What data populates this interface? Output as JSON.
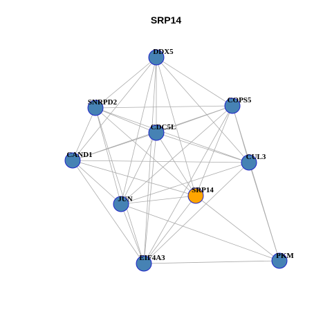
{
  "graph": {
    "title": "SRP14",
    "colors": {
      "node_default": "#4682B4",
      "node_highlight": "#FFA500",
      "node_border": "#1E22C8",
      "edge": "#AAAAAA"
    },
    "nodes": [
      {
        "id": "DDX5",
        "label": "DDX5",
        "highlight": false
      },
      {
        "id": "SNRPD2",
        "label": "SNRPD2",
        "highlight": false
      },
      {
        "id": "COPS5",
        "label": "COPS5",
        "highlight": false
      },
      {
        "id": "CDC5L",
        "label": "CDC5L",
        "highlight": false
      },
      {
        "id": "CAND1",
        "label": "CAND1",
        "highlight": false
      },
      {
        "id": "CUL3",
        "label": "CUL3",
        "highlight": false
      },
      {
        "id": "SRP14",
        "label": "SRP14",
        "highlight": true
      },
      {
        "id": "JUN",
        "label": "JUN",
        "highlight": false
      },
      {
        "id": "EIF4A3",
        "label": "EIF4A3",
        "highlight": false
      },
      {
        "id": "PKM",
        "label": "PKM",
        "highlight": false
      }
    ],
    "edges": [
      [
        "DDX5",
        "SNRPD2"
      ],
      [
        "DDX5",
        "COPS5"
      ],
      [
        "DDX5",
        "CDC5L"
      ],
      [
        "DDX5",
        "CAND1"
      ],
      [
        "DDX5",
        "CUL3"
      ],
      [
        "DDX5",
        "SRP14"
      ],
      [
        "DDX5",
        "JUN"
      ],
      [
        "DDX5",
        "EIF4A3"
      ],
      [
        "SNRPD2",
        "COPS5"
      ],
      [
        "SNRPD2",
        "CDC5L"
      ],
      [
        "SNRPD2",
        "CAND1"
      ],
      [
        "SNRPD2",
        "CUL3"
      ],
      [
        "SNRPD2",
        "SRP14"
      ],
      [
        "SNRPD2",
        "JUN"
      ],
      [
        "SNRPD2",
        "EIF4A3"
      ],
      [
        "COPS5",
        "CDC5L"
      ],
      [
        "COPS5",
        "CAND1"
      ],
      [
        "COPS5",
        "CUL3"
      ],
      [
        "COPS5",
        "SRP14"
      ],
      [
        "COPS5",
        "JUN"
      ],
      [
        "COPS5",
        "EIF4A3"
      ],
      [
        "COPS5",
        "PKM"
      ],
      [
        "CDC5L",
        "CAND1"
      ],
      [
        "CDC5L",
        "CUL3"
      ],
      [
        "CDC5L",
        "SRP14"
      ],
      [
        "CDC5L",
        "JUN"
      ],
      [
        "CDC5L",
        "EIF4A3"
      ],
      [
        "CAND1",
        "CUL3"
      ],
      [
        "CAND1",
        "SRP14"
      ],
      [
        "CAND1",
        "JUN"
      ],
      [
        "CAND1",
        "EIF4A3"
      ],
      [
        "CUL3",
        "JUN"
      ],
      [
        "CUL3",
        "EIF4A3"
      ],
      [
        "CUL3",
        "PKM"
      ],
      [
        "SRP14",
        "JUN"
      ],
      [
        "SRP14",
        "EIF4A3"
      ],
      [
        "SRP14",
        "PKM"
      ],
      [
        "JUN",
        "EIF4A3"
      ],
      [
        "JUN",
        "PKM"
      ],
      [
        "EIF4A3",
        "PKM"
      ]
    ]
  }
}
